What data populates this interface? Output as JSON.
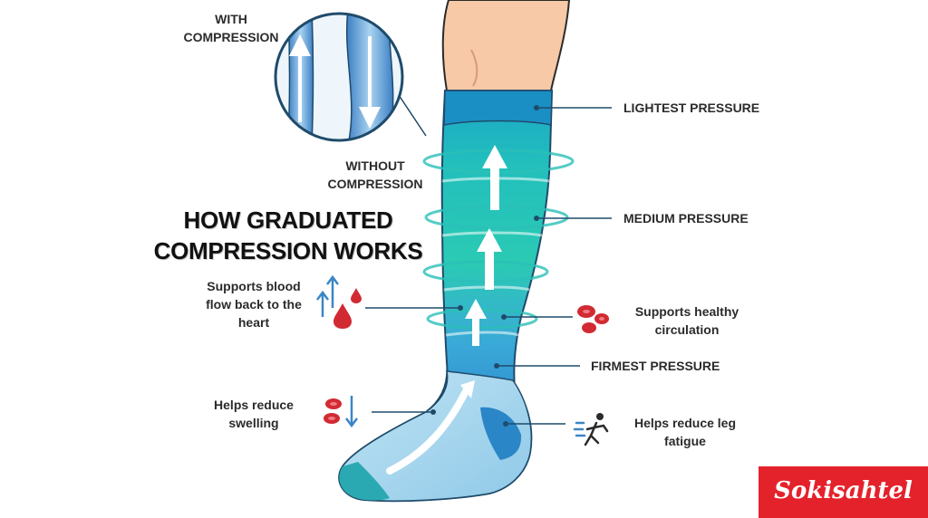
{
  "title_line1": "HOW GRADUATED",
  "title_line2": "COMPRESSION WORKS",
  "inset": {
    "with_label_1": "WITH",
    "with_label_2": "COMPRESSION",
    "without_label_1": "WITHOUT",
    "without_label_2": "COMPRESSION"
  },
  "pressure": {
    "lightest": "LIGHTEST PRESSURE",
    "medium": "MEDIUM PRESSURE",
    "firmest": "FIRMEST PRESSURE"
  },
  "benefits": {
    "blood_flow_1": "Supports blood",
    "blood_flow_2": "flow back to the",
    "blood_flow_3": "heart",
    "circulation_1": "Supports healthy",
    "circulation_2": "circulation",
    "swelling_1": "Helps reduce",
    "swelling_2": "swelling",
    "fatigue_1": "Helps reduce leg",
    "fatigue_2": "fatigue"
  },
  "brand": "Sokisahtel",
  "colors": {
    "sock_top": "#1aa9c4",
    "sock_mid": "#27c3b2",
    "sock_low": "#2c86cc",
    "sock_foot": "#a9d8ee",
    "sock_toe": "#2ba9b2",
    "skin": "#f7c9a6",
    "blood": "#d22a33",
    "brand_red": "#e4222b"
  },
  "icons": [
    "arrow-up-icon",
    "blood-drop-icon",
    "blood-cells-icon",
    "arrow-down-icon",
    "running-person-icon"
  ]
}
